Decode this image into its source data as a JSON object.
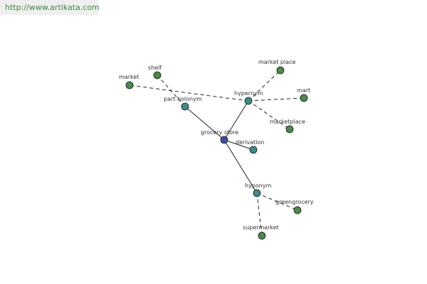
{
  "site": {
    "url": "http://www.artikata.com"
  },
  "colors": {
    "center": "#3b4fa0",
    "relation": "#3d8b8b",
    "word": "#4a8a4a",
    "edge": "#222222"
  },
  "graph": {
    "nodes": [
      {
        "id": "grocery-store",
        "label": "grocery store",
        "kind": "center"
      },
      {
        "id": "part-holonym",
        "label": "part holonym",
        "kind": "relation"
      },
      {
        "id": "hypernym",
        "label": "hypernym",
        "kind": "relation"
      },
      {
        "id": "derivation",
        "label": "derivation",
        "kind": "relation"
      },
      {
        "id": "hyponym",
        "label": "hyponym",
        "kind": "relation"
      },
      {
        "id": "shelf",
        "label": "shelf",
        "kind": "word"
      },
      {
        "id": "market",
        "label": "market",
        "kind": "word"
      },
      {
        "id": "market-place",
        "label": "market place",
        "kind": "word"
      },
      {
        "id": "mart",
        "label": "mart",
        "kind": "word"
      },
      {
        "id": "marketplace",
        "label": "marketplace",
        "kind": "word"
      },
      {
        "id": "greengrocery",
        "label": "greengrocery",
        "kind": "word"
      },
      {
        "id": "supermarket",
        "label": "supermarket",
        "kind": "word"
      }
    ],
    "edges": [
      {
        "from": "grocery-store",
        "to": "part-holonym",
        "style": "solid"
      },
      {
        "from": "grocery-store",
        "to": "hypernym",
        "style": "solid"
      },
      {
        "from": "grocery-store",
        "to": "derivation",
        "style": "solid"
      },
      {
        "from": "grocery-store",
        "to": "hyponym",
        "style": "solid"
      },
      {
        "from": "part-holonym",
        "to": "shelf",
        "style": "dashed"
      },
      {
        "from": "hypernym",
        "to": "market",
        "style": "dashed"
      },
      {
        "from": "hypernym",
        "to": "market-place",
        "style": "dashed"
      },
      {
        "from": "hypernym",
        "to": "mart",
        "style": "dashed"
      },
      {
        "from": "hypernym",
        "to": "marketplace",
        "style": "dashed"
      },
      {
        "from": "hyponym",
        "to": "greengrocery",
        "style": "dashed"
      },
      {
        "from": "hyponym",
        "to": "supermarket",
        "style": "dashed"
      }
    ]
  }
}
